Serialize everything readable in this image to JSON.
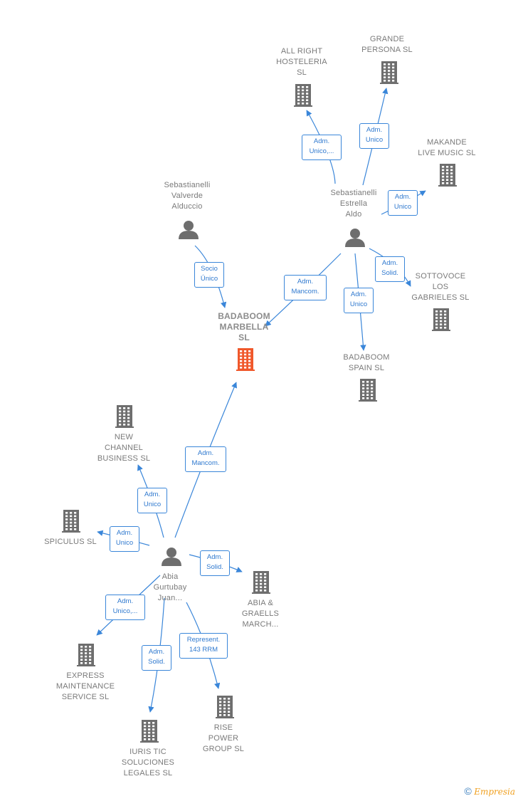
{
  "diagram": {
    "nodes": {
      "badaboom_marbella": {
        "label": "BADABOOM\nMARBELLA\nSL",
        "kind": "company",
        "highlight": true
      },
      "all_right": {
        "label": "ALL RIGHT\nHOSTELERIA\nSL",
        "kind": "company"
      },
      "grande_persona": {
        "label": "GRANDE\nPERSONA SL",
        "kind": "company"
      },
      "makande": {
        "label": "MAKANDE\nLIVE MUSIC  SL",
        "kind": "company"
      },
      "sottovoce": {
        "label": "SOTTOVOCE\nLOS\nGABRIELES SL",
        "kind": "company"
      },
      "badaboom_spain": {
        "label": "BADABOOM\nSPAIN  SL",
        "kind": "company"
      },
      "new_channel": {
        "label": "NEW\nCHANNEL\nBUSINESS  SL",
        "kind": "company"
      },
      "spiculus": {
        "label": "SPICULUS  SL",
        "kind": "company"
      },
      "abia_graells": {
        "label": "ABIA &\nGRAELLS\nMARCH...",
        "kind": "company"
      },
      "express": {
        "label": "EXPRESS\nMAINTENANCE\nSERVICE  SL",
        "kind": "company"
      },
      "iuris": {
        "label": "IURIS TIC\nSOLUCIONES\nLEGALES  SL",
        "kind": "company"
      },
      "rise": {
        "label": "RISE\nPOWER\nGROUP SL",
        "kind": "company"
      },
      "sebastianelli_valverde": {
        "label": "Sebastianelli\nValverde\nAlduccio",
        "kind": "person"
      },
      "sebastianelli_estrella": {
        "label": "Sebastianelli\nEstrella\nAldo",
        "kind": "person"
      },
      "abia": {
        "label": "Abia\nGurtubay\nJuan...",
        "kind": "person"
      }
    },
    "edges": [
      {
        "id": "e1",
        "from": "sebastianelli_valverde",
        "to": "badaboom_marbella",
        "label": "Socio\nÚnico"
      },
      {
        "id": "e2",
        "from": "sebastianelli_estrella",
        "to": "badaboom_marbella",
        "label": "Adm.\nMancom."
      },
      {
        "id": "e3",
        "from": "sebastianelli_estrella",
        "to": "all_right",
        "label": "Adm.\nUnico,..."
      },
      {
        "id": "e4",
        "from": "sebastianelli_estrella",
        "to": "grande_persona",
        "label": "Adm.\nUnico"
      },
      {
        "id": "e5",
        "from": "sebastianelli_estrella",
        "to": "makande",
        "label": "Adm.\nUnico"
      },
      {
        "id": "e6",
        "from": "sebastianelli_estrella",
        "to": "sottovoce",
        "label": "Adm.\nSolid."
      },
      {
        "id": "e7",
        "from": "sebastianelli_estrella",
        "to": "badaboom_spain",
        "label": "Adm.\nUnico"
      },
      {
        "id": "e8",
        "from": "abia",
        "to": "badaboom_marbella",
        "label": "Adm.\nMancom."
      },
      {
        "id": "e9",
        "from": "abia",
        "to": "new_channel",
        "label": "Adm.\nUnico"
      },
      {
        "id": "e10",
        "from": "abia",
        "to": "spiculus",
        "label": "Adm.\nUnico"
      },
      {
        "id": "e11",
        "from": "abia",
        "to": "abia_graells",
        "label": "Adm.\nSolid."
      },
      {
        "id": "e12",
        "from": "abia",
        "to": "express",
        "label": "Adm.\nUnico,..."
      },
      {
        "id": "e13",
        "from": "abia",
        "to": "iuris",
        "label": "Adm.\nSolid."
      },
      {
        "id": "e14",
        "from": "abia",
        "to": "rise",
        "label": "Represent.\n143 RRM"
      }
    ]
  },
  "colors": {
    "edge": "#3a86d9",
    "icon_company": "#6e6e6e",
    "icon_highlight": "#f0582b",
    "icon_person": "#6e6e6e"
  },
  "footer": {
    "copyright": "©",
    "brand": "Empresia"
  }
}
